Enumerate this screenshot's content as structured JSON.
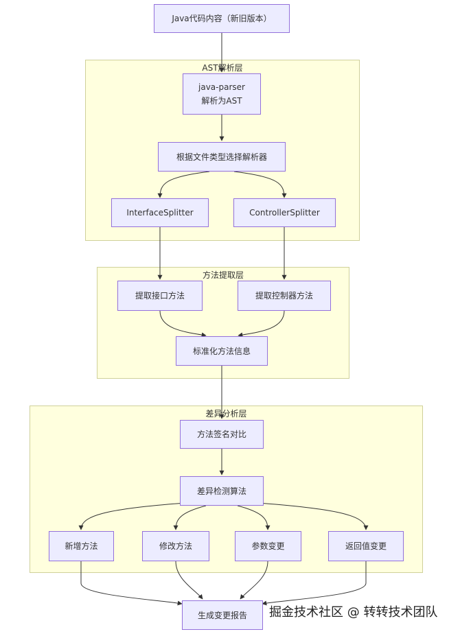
{
  "groups": {
    "ast": {
      "title": "AST解析层"
    },
    "method": {
      "title": "方法提取层"
    },
    "diff": {
      "title": "差异分析层"
    }
  },
  "nodes": {
    "source": {
      "label": "Java代码内容（新旧版本）"
    },
    "parser": {
      "line1": "java-parser",
      "line2": "解析为AST"
    },
    "select": {
      "label": "根据文件类型选择解析器"
    },
    "iface": {
      "label": "InterfaceSplitter"
    },
    "ctrl": {
      "label": "ControllerSplitter"
    },
    "extract_iface": {
      "label": "提取接口方法"
    },
    "extract_ctrl": {
      "label": "提取控制器方法"
    },
    "normalize": {
      "label": "标准化方法信息"
    },
    "compare": {
      "label": "方法签名对比"
    },
    "detect": {
      "label": "差异检测算法"
    },
    "added": {
      "label": "新增方法"
    },
    "modified": {
      "label": "修改方法"
    },
    "params": {
      "label": "参数变更"
    },
    "ret": {
      "label": "返回值变更"
    },
    "report": {
      "label": "生成变更报告"
    }
  },
  "watermark": "掘金技术社区 @ 转转技术团队"
}
